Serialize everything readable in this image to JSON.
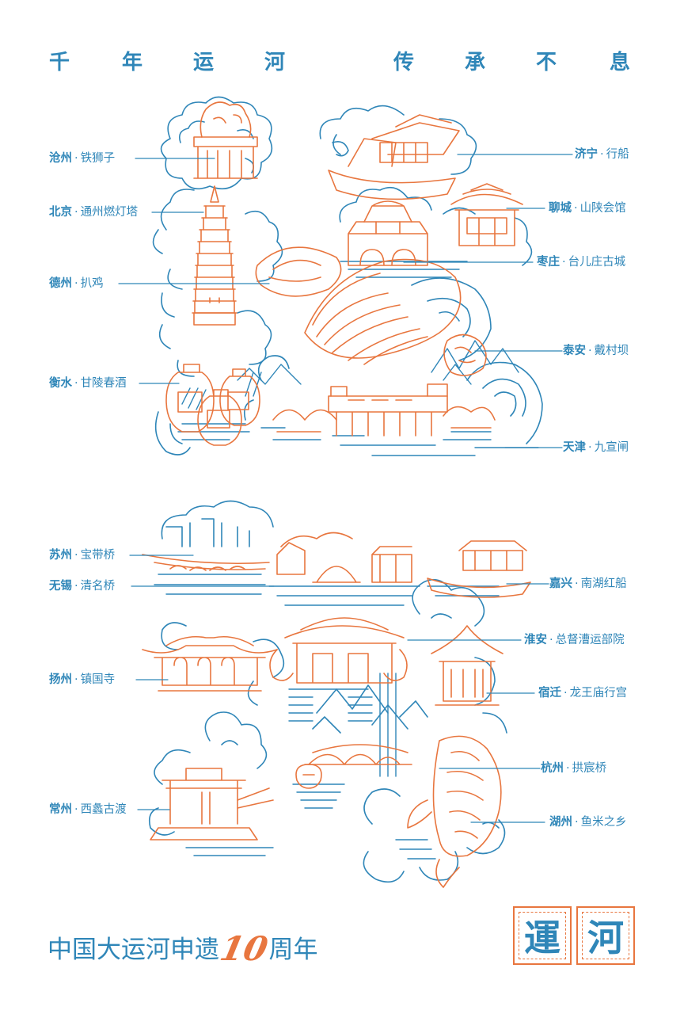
{
  "motto": {
    "left": [
      "千",
      "年",
      "运",
      "河"
    ],
    "right": [
      "传",
      "承",
      "不",
      "息"
    ]
  },
  "labels_left": [
    {
      "city": "沧州",
      "place": "铁狮子"
    },
    {
      "city": "北京",
      "place": "通州燃灯塔"
    },
    {
      "city": "德州",
      "place": "扒鸡"
    },
    {
      "city": "衡水",
      "place": "甘陵春酒"
    },
    {
      "city": "苏州",
      "place": "宝带桥"
    },
    {
      "city": "无锡",
      "place": "清名桥"
    },
    {
      "city": "扬州",
      "place": "镇国寺"
    },
    {
      "city": "常州",
      "place": "西蠡古渡"
    }
  ],
  "labels_right": [
    {
      "city": "济宁",
      "place": "行船"
    },
    {
      "city": "聊城",
      "place": "山陕会馆"
    },
    {
      "city": "枣庄",
      "place": "台儿庄古城"
    },
    {
      "city": "泰安",
      "place": "戴村坝"
    },
    {
      "city": "天津",
      "place": "九宣闸"
    },
    {
      "city": "嘉兴",
      "place": "南湖红船"
    },
    {
      "city": "淮安",
      "place": "总督漕运部院"
    },
    {
      "city": "宿迁",
      "place": "龙王庙行宫"
    },
    {
      "city": "杭州",
      "place": "拱宸桥"
    },
    {
      "city": "湖州",
      "place": "鱼米之乡"
    }
  ],
  "separator": "·",
  "footer": {
    "title_before": "中国大运河申遗",
    "number": "10",
    "title_after": "周年",
    "seal_chars": [
      "運",
      "河"
    ]
  },
  "colors": {
    "blue": "#2f86b8",
    "orange": "#e8763f",
    "background": "#ffffff"
  }
}
